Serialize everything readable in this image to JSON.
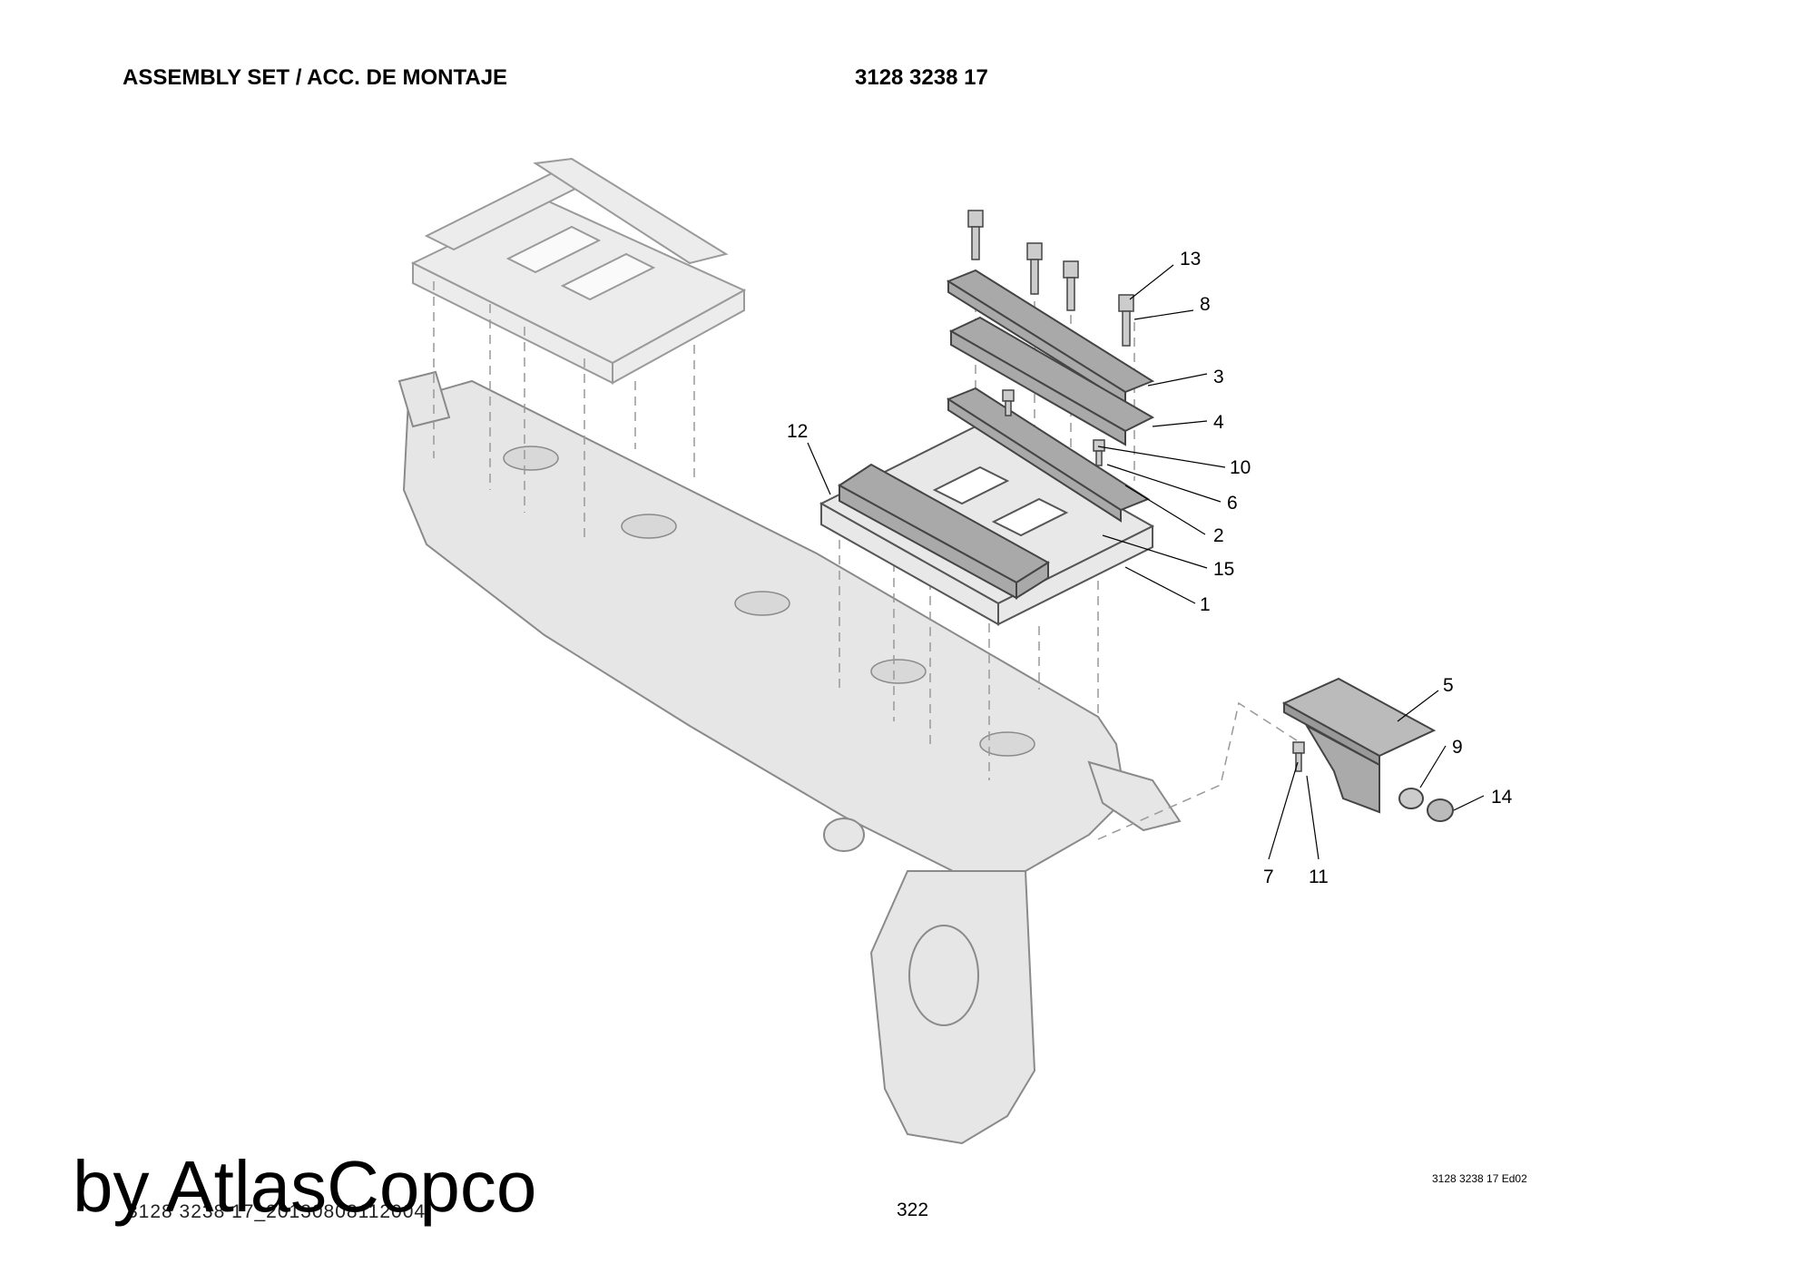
{
  "header": {
    "title": "ASSEMBLY SET / ACC. DE MONTAJE",
    "part_number": "3128 3238 17"
  },
  "callouts": [
    "13",
    "8",
    "3",
    "4",
    "12",
    "10",
    "6",
    "2",
    "15",
    "1",
    "5",
    "9",
    "14",
    "7",
    "11"
  ],
  "footer": {
    "edition": "3128 3238 17 Ed02",
    "page_number": "322",
    "drawing_ref": "3128 3238 17_20130808112004"
  },
  "watermark": "by AtlasCopco",
  "colors": {
    "part_fill": "#e6e6e6",
    "highlight_fill": "#a9a9a9",
    "line": "#555555"
  }
}
